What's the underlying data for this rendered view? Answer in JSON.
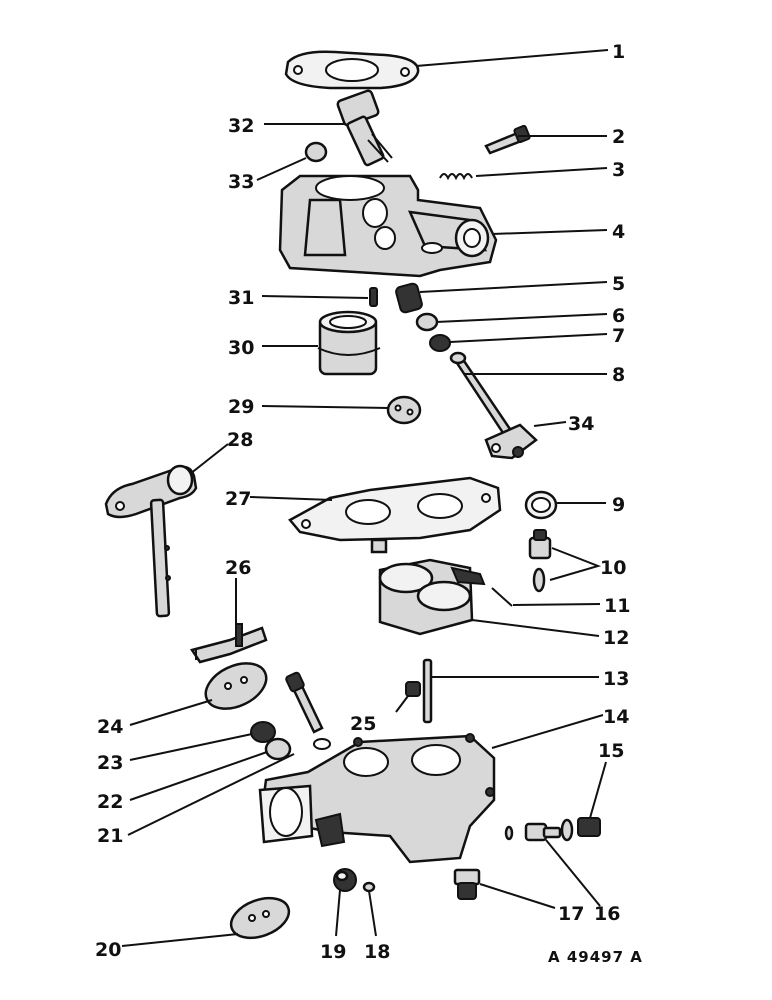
{
  "figure": {
    "reference": "A 49497 A"
  },
  "callouts": [
    {
      "number": "1"
    },
    {
      "number": "2"
    },
    {
      "number": "3"
    },
    {
      "number": "4"
    },
    {
      "number": "5"
    },
    {
      "number": "6"
    },
    {
      "number": "7"
    },
    {
      "number": "8"
    },
    {
      "number": "9"
    },
    {
      "number": "10"
    },
    {
      "number": "11"
    },
    {
      "number": "12"
    },
    {
      "number": "13"
    },
    {
      "number": "14"
    },
    {
      "number": "15"
    },
    {
      "number": "16"
    },
    {
      "number": "17"
    },
    {
      "number": "18"
    },
    {
      "number": "19"
    },
    {
      "number": "20"
    },
    {
      "number": "21"
    },
    {
      "number": "22"
    },
    {
      "number": "23"
    },
    {
      "number": "24"
    },
    {
      "number": "25"
    },
    {
      "number": "26"
    },
    {
      "number": "27"
    },
    {
      "number": "28"
    },
    {
      "number": "29"
    },
    {
      "number": "30"
    },
    {
      "number": "31"
    },
    {
      "number": "32"
    },
    {
      "number": "33"
    },
    {
      "number": "34"
    }
  ]
}
